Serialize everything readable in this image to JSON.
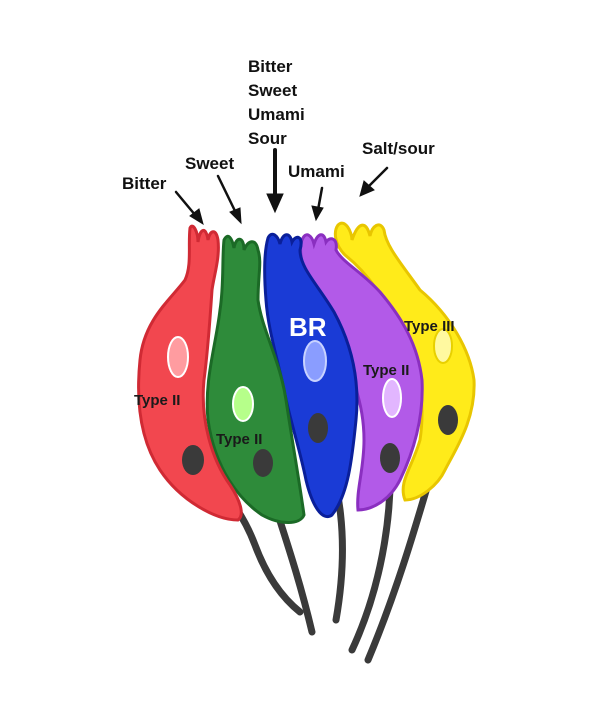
{
  "labels": {
    "stack": [
      "Bitter",
      "Sweet",
      "Umami",
      "Sour"
    ],
    "bitter": "Bitter",
    "sweet": "Sweet",
    "umami": "Umami",
    "salt_sour": "Salt/sour"
  },
  "cells": {
    "red": "Type II",
    "green": "Type II",
    "blue": "BR",
    "purple": "Type II",
    "yellow": "Type III"
  },
  "colors": {
    "red": "#f2474f",
    "green": "#2e8b3a",
    "blue": "#1a3bd6",
    "purple": "#b25ae8",
    "yellow": "#ffeb1a",
    "nerve": "#3a3a3a"
  }
}
